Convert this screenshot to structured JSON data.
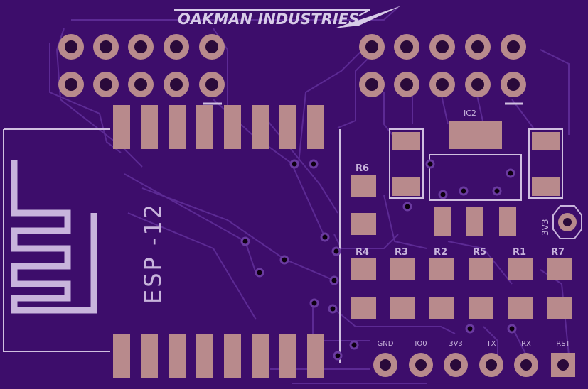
{
  "board": {
    "logo_text": "OAKMAN INDUSTRIES",
    "module_label": "ESP -12",
    "ic_label": "IC2",
    "resistor_labels": {
      "r6": "R6",
      "r4": "R4",
      "r3": "R3",
      "r2": "R2",
      "r5": "R5",
      "r1": "R1",
      "r7": "R7"
    },
    "test_point_label": "3V3",
    "header_labels": [
      "GND",
      "IO0",
      "3V3",
      "TX",
      "RX",
      "RST"
    ]
  },
  "colors": {
    "board": "#3d0d6b",
    "pad": "#b88a8c",
    "silkscreen": "#c8b4dc"
  }
}
